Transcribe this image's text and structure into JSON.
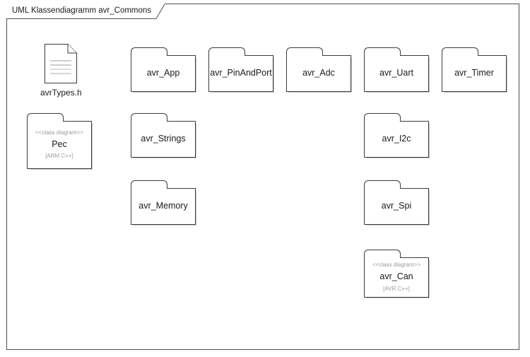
{
  "frame": {
    "title": "UML Klassendiagramm avr_Commons",
    "border_color": "#4d4d4d",
    "background": "#ffffff"
  },
  "colors": {
    "node_border": "#3b3b3b",
    "label_text": "#1a1a1a",
    "muted_text": "#9b9b9b",
    "page_background": "#ffffff"
  },
  "files": [
    {
      "name": "avrTypes.h",
      "icon": "file-document-icon"
    }
  ],
  "packages": [
    {
      "name": "avr_App",
      "stereotype": "",
      "language": ""
    },
    {
      "name": "avr_PinAndPort",
      "stereotype": "",
      "language": ""
    },
    {
      "name": "avr_Adc",
      "stereotype": "",
      "language": ""
    },
    {
      "name": "avr_Uart",
      "stereotype": "",
      "language": ""
    },
    {
      "name": "avr_Timer",
      "stereotype": "",
      "language": ""
    },
    {
      "name": "Pec",
      "stereotype": "<<class diagram>>",
      "language": "[ARM C++]"
    },
    {
      "name": "avr_Strings",
      "stereotype": "",
      "language": ""
    },
    {
      "name": "avr_I2c",
      "stereotype": "",
      "language": ""
    },
    {
      "name": "avr_Memory",
      "stereotype": "",
      "language": ""
    },
    {
      "name": "avr_Spi",
      "stereotype": "",
      "language": ""
    },
    {
      "name": "avr_Can",
      "stereotype": "<<class diagram>>",
      "language": "[AVR C++]"
    }
  ]
}
